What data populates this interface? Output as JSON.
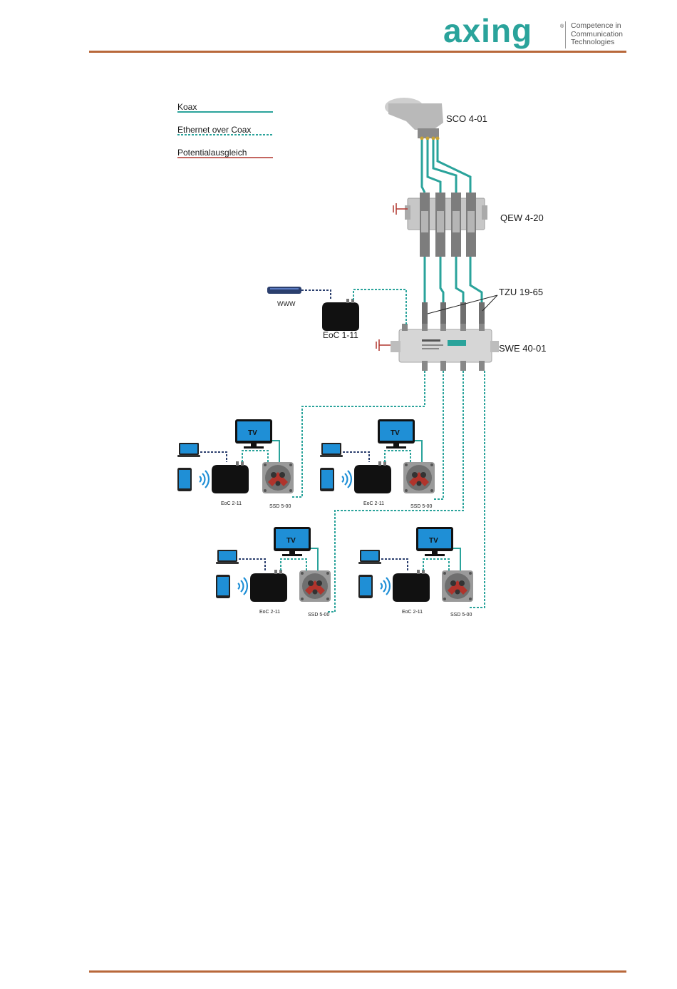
{
  "header": {
    "logo_text": "axing",
    "logo_registered": "®",
    "tagline": [
      "Competence in",
      "Communication",
      "Technologies"
    ]
  },
  "legend": {
    "koax": "Koax",
    "eoc": "Ethernet over Coax",
    "potential": "Potentialausgleich"
  },
  "devices": {
    "lnb": "SCO 4-01",
    "grounding_block": "QEW 4-20",
    "terminator": "TZU 19-65",
    "switch": "SWE 40-01",
    "router": "WWW",
    "eoc_master": "EoC 1-11",
    "eoc_client": "EoC 2-11",
    "socket": "SSD 5-00",
    "tv": "TV"
  },
  "colors": {
    "koax": "#2aa39b",
    "eoc": "#2aa39b",
    "potential": "#b0342c",
    "accent_rule": "#b8683a"
  }
}
